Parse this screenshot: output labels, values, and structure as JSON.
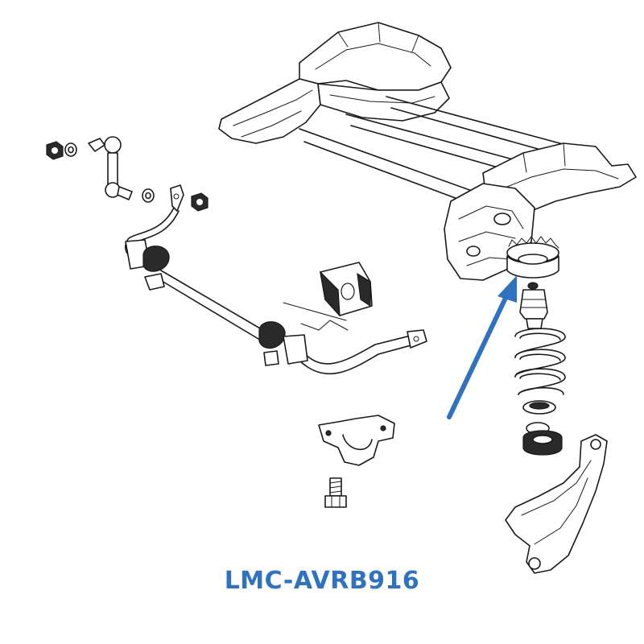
{
  "label": {
    "part_code": "LMC-AVRB916"
  },
  "colors": {
    "accent": "#2f73c0",
    "line": "#1a1a1a",
    "background": "#ffffff"
  },
  "icons": [
    "subframe-drawing",
    "stabilizer-link",
    "anti-roll-bar",
    "rubber-bushing",
    "bushing-bracket",
    "bolt",
    "strut-top-mount",
    "bump-stop",
    "coil-spring",
    "bearing-ring",
    "spring-seat",
    "lower-control-arm",
    "pointer-arrow"
  ]
}
